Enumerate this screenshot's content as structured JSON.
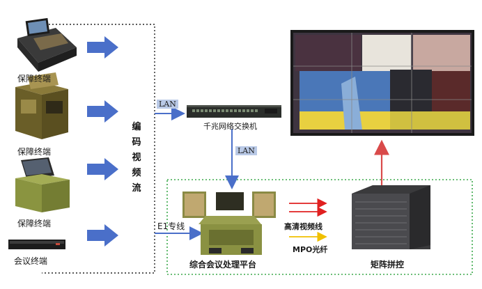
{
  "terminals": [
    {
      "label": "保障终端",
      "icon": "briefcase-terminal-icon"
    },
    {
      "label": "保障终端",
      "icon": "open-case-terminal-icon"
    },
    {
      "label": "保障终端",
      "icon": "green-case-terminal-icon"
    },
    {
      "label": "会议终端",
      "icon": "flat-conference-terminal-icon"
    }
  ],
  "stream_label": "编码视频流",
  "lan_top": "LAN",
  "lan_vertical": "LAN",
  "switch_label": "千兆网络交换机",
  "e1_label": "E1专线",
  "platform_label": "综合会议处理平台",
  "legend": {
    "hd_video_label": "高清视频线",
    "hd_video_color": "#e02020",
    "mpo_label": "MPO光纤",
    "mpo_color": "#f0c000"
  },
  "matrix_label": "矩阵拼控",
  "colors": {
    "arrow_blue": "#4a6fc9",
    "arrow_red": "#d94a4a",
    "dotted": "#222222",
    "green_dotted": "#3aa84a"
  }
}
